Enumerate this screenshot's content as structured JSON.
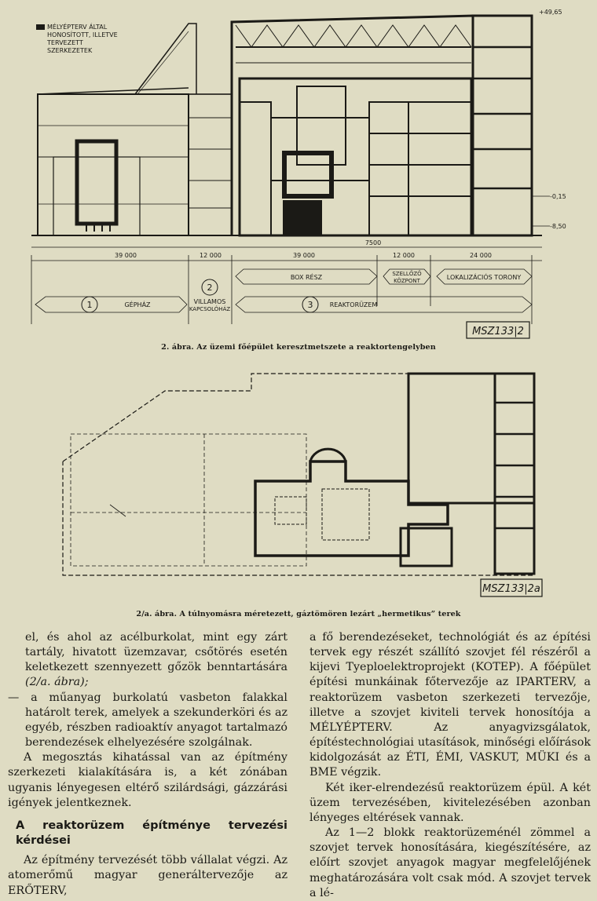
{
  "figure1": {
    "legend": [
      "MÉLYÉPTERV ÁLTAL",
      "HONOSÍTOTT, ILLETVE",
      "TERVEZETT",
      "SZERKEZETEK"
    ],
    "elevations": [
      "+49,65",
      "-0,15",
      "-8,50"
    ],
    "dimensions": [
      "39 000",
      "12 000",
      "39 000",
      "12 000",
      "24 000"
    ],
    "total_dimension": "7500",
    "zones": {
      "box": "BOX RÉSZ",
      "separator_line1": "SZELLŐZŐ",
      "separator_line2": "KÖZPONT",
      "localization": "LOKALIZÁCIÓS TORONY",
      "z1_number": "1",
      "z1_label": "GÉPHÁZ",
      "z2_number": "2",
      "z2_label_line1": "VILLAMOS",
      "z2_label_line2": "KAPCSOLÓHÁZ",
      "z3_number": "3",
      "z3_label": "REAKTORÜZEM"
    },
    "stamp": "MSZ133|2",
    "caption": "2. ábra. Az üzemi főépület keresztmetszete a reaktortengelyben"
  },
  "figure2": {
    "stamp": "MSZ133|2a",
    "caption": "2/a. ábra. A túlnyomásra méretezett, gáztömören lezárt „hermetikus” terek"
  },
  "text": {
    "left": {
      "p1": "el, és ahol az acélburkolat, mint egy zárt tartály, hivatott üzemzavar, csőtörés esetén keletkezett szennyezett gőzök benntartására",
      "p1_ref": "(2/a. ábra);",
      "p2": "— a műanyag burkolatú vasbeton falakkal határolt terek, amelyek a szekunderköri és az egyéb, részben radioaktív anyagot tartalmazó berendezések elhelyezésére szolgálnak.",
      "p3": "A megosztás kihatással van az építmény szerkezeti kialakítására is, a két zónában ugyanis lényegesen eltérő szilárdsági, gázzárási igények jelentkeznek.",
      "heading": "A reaktorüzem építménye tervezési kérdései",
      "p4": "Az építmény tervezését több vállalat végzi. Az atomerőmű magyar generáltervezője az ERŐTERV,"
    },
    "right": {
      "p1": "a fő berendezéseket, technológiát és az építési tervek egy részét szállító szovjet fél részéről a kijevi Tyeploelektroprojekt (KOTEP). A főépület építési munkáinak főtervezője az IPARTERV, a reaktorüzem vasbeton szerkezeti tervezője, illetve a szovjet kiviteli tervek honosítója a MÉLYÉPTERV. Az anyagvizsgálatok, építéstechnológiai utasítások, minőségi előírások kidolgozását az ÉTI, ÉMI, VASKUT, MÜKI és a BME végzik.",
      "p2": "Két iker-elrendezésű reaktorüzem épül. A két üzem tervezésében, kivitelezésében azonban lényeges eltérések vannak.",
      "p3": "Az 1—2 blokk reaktorüzeménél zömmel a szovjet tervek honosítására, kiegészítésére, az előírt szovjet anyagok magyar megfelelőjének meghatározására volt csak mód. A szovjet tervek a lé-"
    }
  }
}
